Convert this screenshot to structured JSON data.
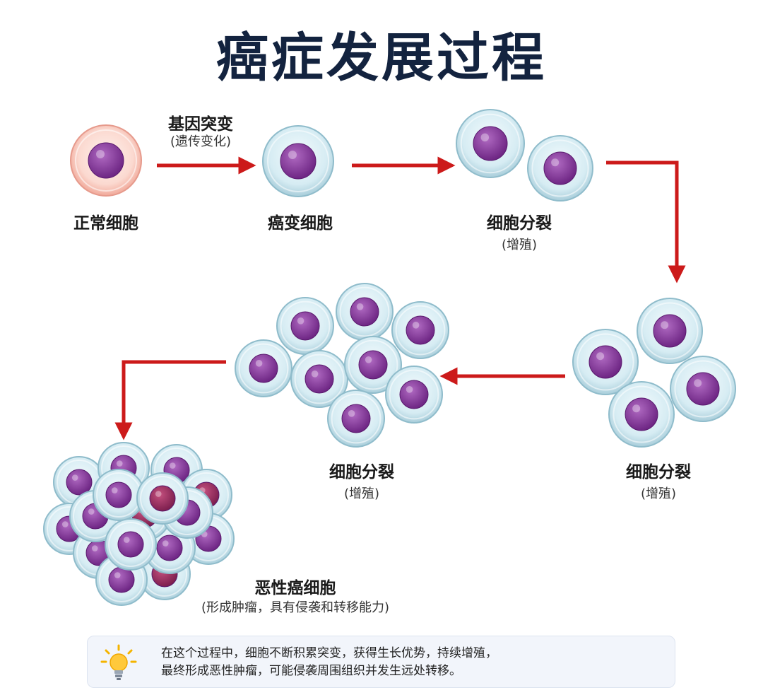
{
  "title": "癌症发展过程",
  "arrow_label": {
    "main": "基因突变",
    "sub": "(遗传变化)"
  },
  "stages": [
    {
      "name": "正常细胞",
      "sub": ""
    },
    {
      "name": "癌变细胞",
      "sub": ""
    },
    {
      "name": "细胞分裂",
      "sub": "(增殖)"
    },
    {
      "name": "细胞分裂",
      "sub": "(增殖)"
    },
    {
      "name": "细胞分裂",
      "sub": "(增殖)"
    },
    {
      "name": "恶性癌细胞",
      "sub": "(形成肿瘤，具有侵袭和转移能力)"
    }
  ],
  "note": {
    "icon": "lightbulb-icon",
    "line1": "在这个过程中，细胞不断积累突变，获得生长优势，持续增殖，",
    "line2": "最终形成恶性肿瘤，可能侵袭周围组织并发生远处转移。"
  },
  "colors": {
    "title": "#13233f",
    "arrow": "#cc1a1a",
    "nucleus": "#8a3a9f",
    "cancer_cell": "#d6ecf3",
    "normal_cell": "#fbd9d0",
    "note_bg": "#f2f5fb"
  }
}
